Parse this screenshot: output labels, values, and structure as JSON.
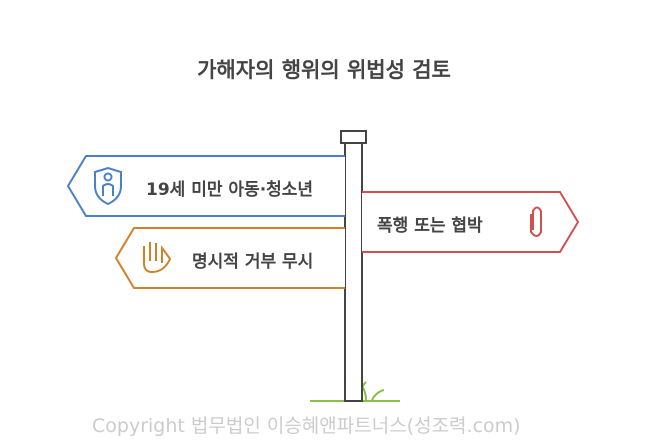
{
  "title": "가해자의 행위의 위법성 검토",
  "signs": [
    {
      "label": "19세 미만 아동·청소년",
      "icon": "child-shield-icon",
      "color": "#4a7fc9"
    },
    {
      "label": "폭행 또는 협박",
      "icon": "paperclip-icon",
      "color": "#d05050"
    },
    {
      "label": "명시적 거부 무시",
      "icon": "hand-stop-icon",
      "color": "#d0822a"
    }
  ],
  "watermark": "Copyright 법무법인 이승혜앤파트너스(성조력.com)"
}
